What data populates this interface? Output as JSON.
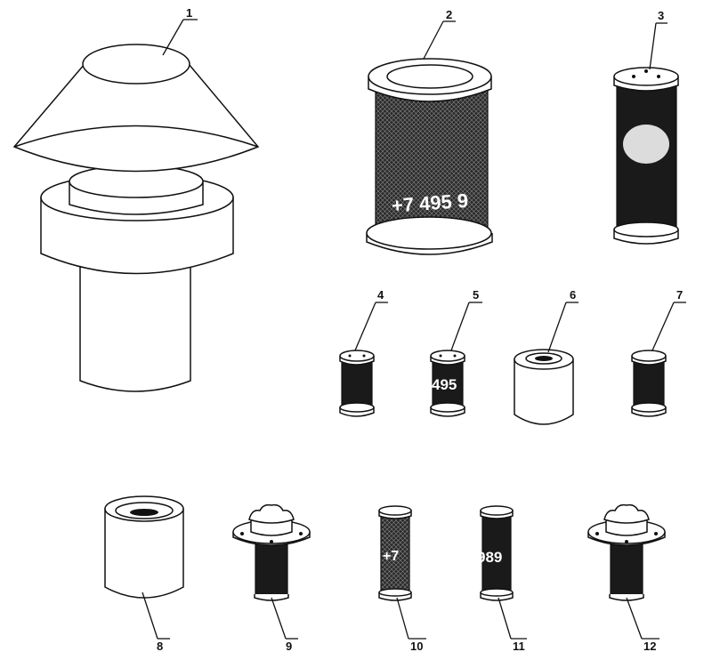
{
  "parts": [
    {
      "id": "part-1",
      "label": "1"
    },
    {
      "id": "part-2",
      "label": "2"
    },
    {
      "id": "part-3",
      "label": "3"
    },
    {
      "id": "part-4",
      "label": "4"
    },
    {
      "id": "part-5",
      "label": "5"
    },
    {
      "id": "part-6",
      "label": "6"
    },
    {
      "id": "part-7",
      "label": "7"
    },
    {
      "id": "part-8",
      "label": "8"
    },
    {
      "id": "part-9",
      "label": "9"
    },
    {
      "id": "part-10",
      "label": "10"
    },
    {
      "id": "part-11",
      "label": "11"
    },
    {
      "id": "part-12",
      "label": "12"
    }
  ],
  "watermark": {
    "phone_a": "+7 495 9",
    "phone_b": "495",
    "phone_c": "+7",
    "phone_d": "989"
  }
}
